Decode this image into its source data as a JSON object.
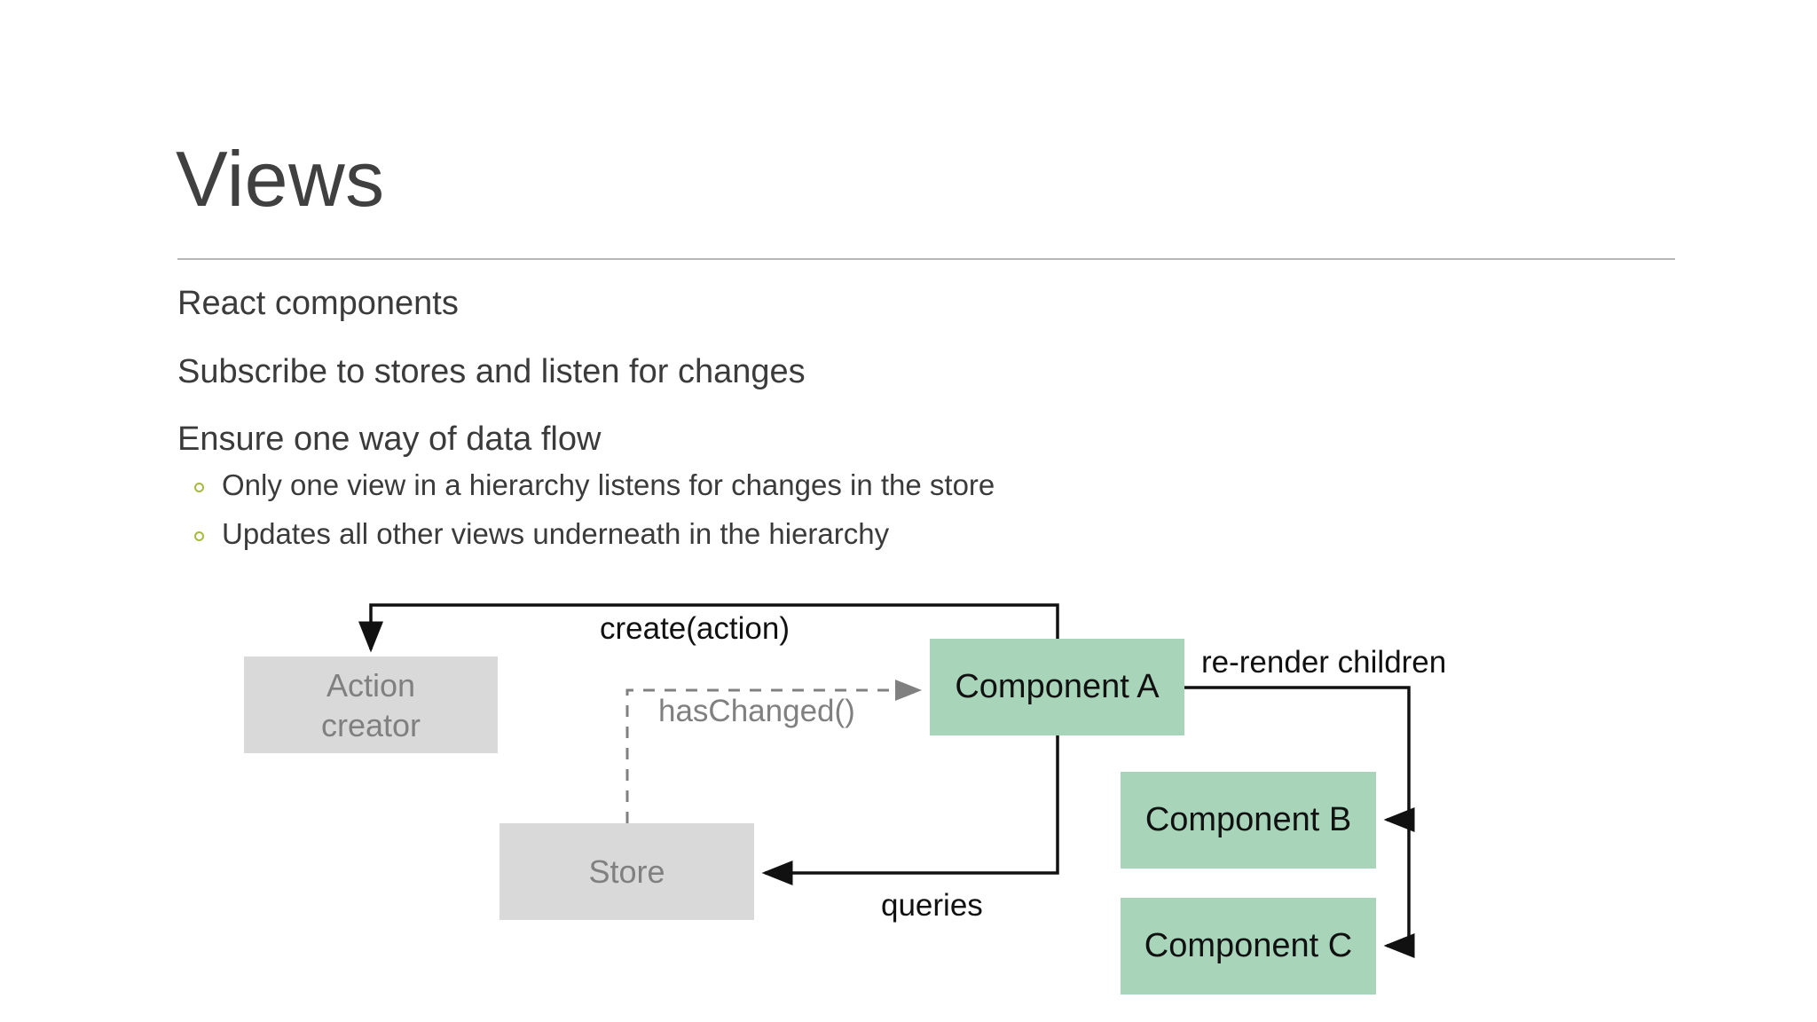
{
  "slide": {
    "title": "Views",
    "background_color": "#FFFFFF",
    "title_color": "#404040",
    "rule_color": "#B7B7B7",
    "bullet_marker_color": "#A5BA3F",
    "body_text_color": "#3B3B3B"
  },
  "body": {
    "lines": [
      "React components",
      "Subscribe to stores and listen for changes",
      "Ensure one way of data flow"
    ],
    "sub_bullets": [
      "Only one view in a hierarchy listens for changes in the store",
      "Updates all other views underneath in the hierarchy"
    ]
  },
  "diagram": {
    "nodes": [
      {
        "id": "action-creator",
        "label": "Action\ncreator",
        "style": "gray",
        "fill": "#D9D9D9",
        "text_color": "#808080"
      },
      {
        "id": "store",
        "label": "Store",
        "style": "gray",
        "fill": "#D9D9D9",
        "text_color": "#808080"
      },
      {
        "id": "component-a",
        "label": "Component A",
        "style": "green",
        "fill": "#A8D5BA",
        "text_color": "#111111"
      },
      {
        "id": "component-b",
        "label": "Component B",
        "style": "green",
        "fill": "#A8D5BA",
        "text_color": "#111111"
      },
      {
        "id": "component-c",
        "label": "Component C",
        "style": "green",
        "fill": "#A8D5BA",
        "text_color": "#111111"
      }
    ],
    "edges": [
      {
        "id": "create-action",
        "label": "create(action)",
        "from": "component-a",
        "to": "action-creator",
        "style": "solid",
        "color": "#111111"
      },
      {
        "id": "has-changed",
        "label": "hasChanged()",
        "from": "store",
        "to": "component-a",
        "style": "dashed",
        "color": "#808080"
      },
      {
        "id": "queries",
        "label": "queries",
        "from": "component-a",
        "to": "store",
        "style": "solid",
        "color": "#111111"
      },
      {
        "id": "re-render-children",
        "label": "re-render children",
        "from": "component-a",
        "to": "component-b, component-c",
        "style": "solid",
        "color": "#111111"
      }
    ]
  }
}
